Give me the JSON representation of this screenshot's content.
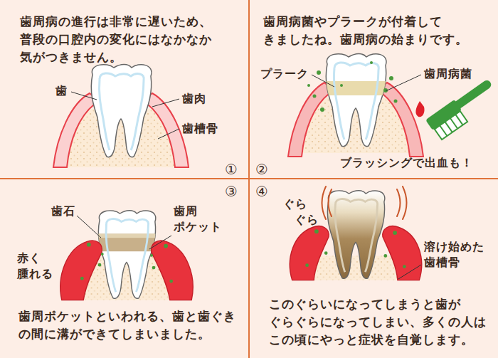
{
  "diagram": {
    "nodes": [
      {
        "text": [
          "歯周病の進行は非常に遅いため、 普段の口腔内の変化にはなかなか 気がつきません。"
        ]
      },
      {
        "text": [
          "歯周病菌やプラークが付着して きましたね。歯周病の始まりです。"
        ]
      },
      {
        "text": [
          "歯周ポケットといわれる、歯と歯ぐき の間に溝ができてしまいました。"
        ]
      },
      {
        "text": [
          "このぐらいになってしまうと歯が ぐらぐらになってしまい、多くの人は この頃にやっと症状を自覚します。"
        ]
      }
    ],
    "labels": [
      "歯",
      "歯肉",
      "歯槽骨",
      "①",
      "②",
      "プラーク",
      "歯周病菌",
      "ブラッシングで出血も！",
      "③",
      "④",
      "歯石",
      "歯周 ポケット",
      "赤く 腫れる",
      "ぐら",
      "ぐら",
      "溶け始めた 歯槽骨"
    ]
  }
}
